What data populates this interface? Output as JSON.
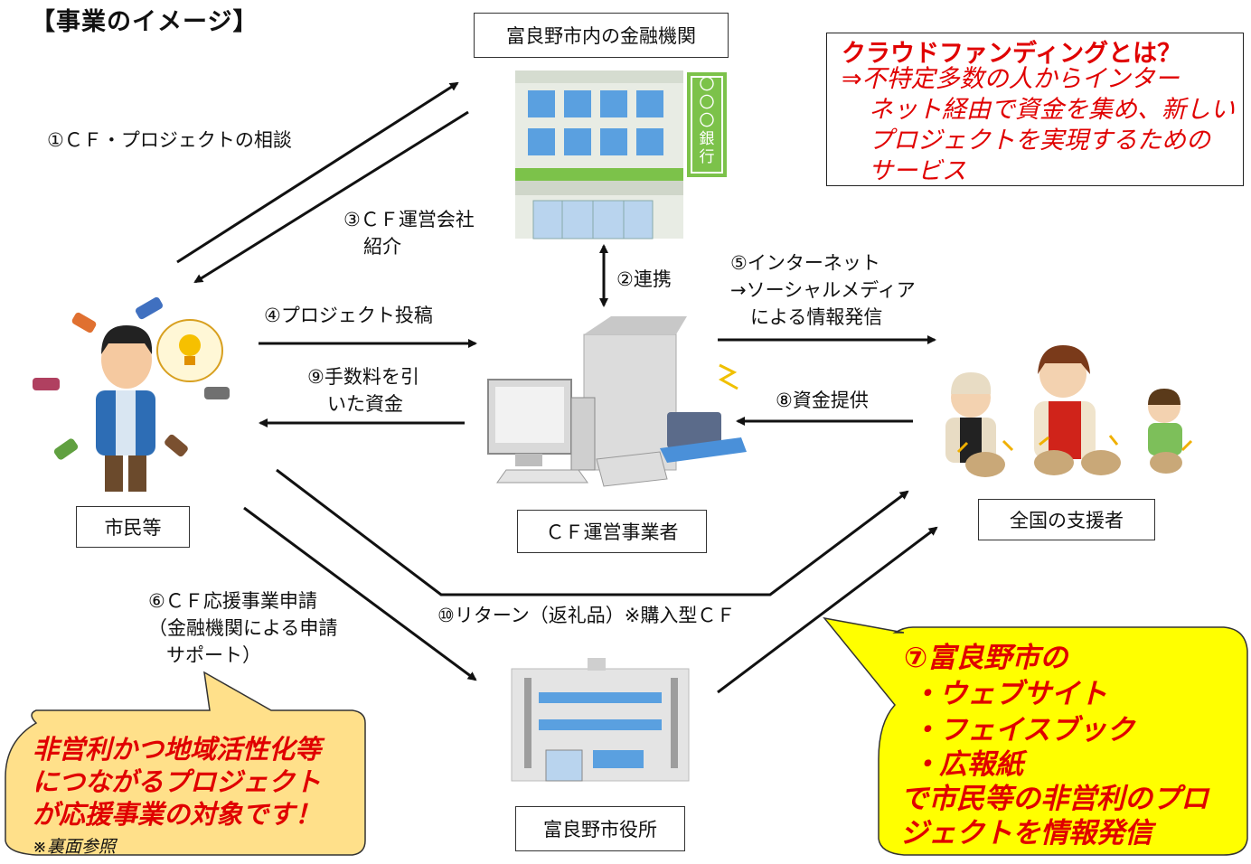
{
  "title": "【事業のイメージ】",
  "nodes": {
    "bank": "富良野市内の金融機関",
    "citizens": "市民等",
    "cf_operator": "ＣＦ運営事業者",
    "supporters": "全国の支援者",
    "city_hall": "富良野市役所"
  },
  "bank_sign": [
    "〇",
    "〇",
    "〇",
    "銀",
    "行"
  ],
  "arrows": {
    "a1": "①ＣＦ・プロジェクトの相談",
    "a2": "②連携",
    "a3": [
      "③ＣＦ運営会社",
      "紹介"
    ],
    "a4": "④プロジェクト投稿",
    "a5": [
      "⑤インターネット",
      "→ソーシャルメディア",
      "による情報発信"
    ],
    "a6": [
      "⑥ＣＦ応援事業申請",
      "（金融機関による申請",
      "サポート）"
    ],
    "a8": "⑧資金提供",
    "a9": [
      "⑨手数料を引",
      "いた資金"
    ],
    "a10": "⑩リターン（返礼品）※購入型ＣＦ"
  },
  "info": {
    "title": "クラウドファンディングとは？",
    "lines": [
      "⇒不特定多数の人からインター",
      "ネット経由で資金を集め、新しい",
      "プロジェクトを実現するための",
      "サービス"
    ]
  },
  "note_left": {
    "lines": [
      "非営利かつ地域活性化等",
      "につながるプロジェクト",
      "が応援事業の対象です！"
    ],
    "sub": "※裏面参照"
  },
  "note_right": {
    "lines": [
      "⑦富良野市の",
      "・ウェブサイト",
      "・フェイスブック",
      "・広報紙",
      "で市民等の非営利のプロ",
      "ジェクトを情報発信"
    ]
  },
  "colors": {
    "accent_red": "#e00000",
    "callout_left_fill": "#ffe08a",
    "callout_right_fill": "#ffff00",
    "bank_green": "#7cc24a",
    "window_blue": "#5aa0e0"
  }
}
